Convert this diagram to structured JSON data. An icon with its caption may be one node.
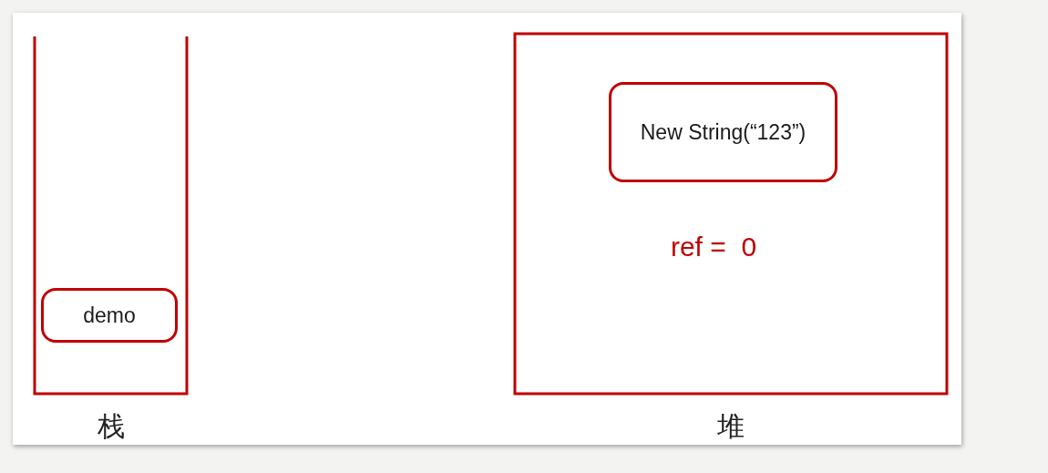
{
  "diagram": {
    "nodes": [
      {
        "text": [
          "栈"
        ]
      },
      {
        "text": [
          "demo"
        ],
        "in": 0
      },
      {
        "text": [
          "堆"
        ]
      },
      {
        "text": [
          "New String(“123”)"
        ],
        "in": 2
      }
    ],
    "edges": [],
    "labels": [
      "ref =  0"
    ]
  }
}
